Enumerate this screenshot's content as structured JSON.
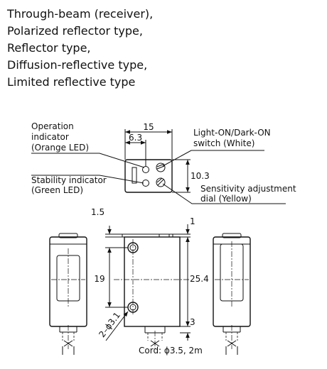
{
  "title_lines": [
    "Through-beam (receiver),",
    "Polarized reflector type,",
    "Reflector type,",
    "Diffusion-reflective type,",
    "Limited reflective type"
  ],
  "top_view": {
    "operation_indicator": [
      "Operation",
      "indicator",
      "(Orange LED)"
    ],
    "stability_indicator": [
      "Stability indicator",
      "(Green LED)"
    ],
    "switch_label": [
      "Light-ON/Dark-ON",
      "switch (White)"
    ],
    "dial_label": [
      "Sensitivity adjustment",
      "dial (Yellow)"
    ],
    "dims": {
      "width": "15",
      "offset": "6.3",
      "height": "10.3"
    }
  },
  "front_view": {
    "dims": {
      "top_gap": "1.5",
      "top_right": "1",
      "hole_pitch": "19",
      "height": "25.4",
      "bottom": "3",
      "hole": "2–ϕ3.1"
    }
  },
  "cord_label": "Cord: ϕ3.5, 2m"
}
